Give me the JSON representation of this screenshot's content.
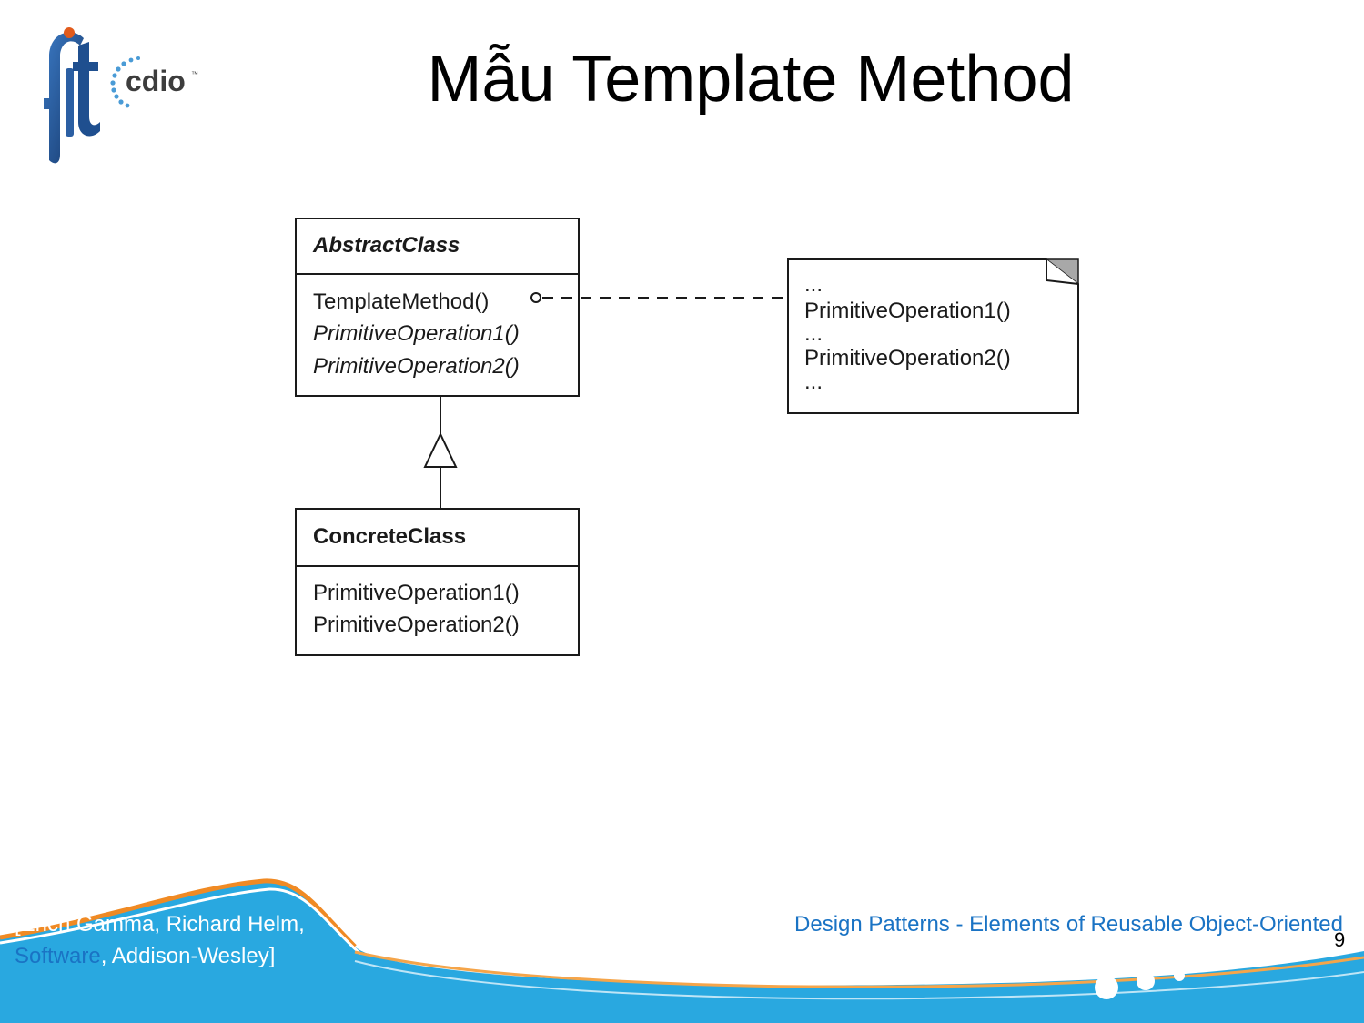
{
  "slide": {
    "title": "Mẫu Template Method",
    "page_number": "9"
  },
  "logo": {
    "mark": "fit",
    "text": "cdio",
    "tm": "™",
    "mark_color": "#1f4f8f",
    "accent_color": "#e25b1c"
  },
  "diagram": {
    "abstract_class": {
      "name": "AbstractClass",
      "operations": [
        "TemplateMethod()",
        "PrimitiveOperation1()",
        "PrimitiveOperation2()"
      ]
    },
    "concrete_class": {
      "name": "ConcreteClass",
      "operations": [
        "PrimitiveOperation1()",
        "PrimitiveOperation2()"
      ]
    },
    "note": {
      "lines": [
        "...",
        "PrimitiveOperation1()",
        "...",
        "PrimitiveOperation2()",
        "..."
      ]
    }
  },
  "footer": {
    "citation_line1": "[Erich Gamma, Richard Helm,",
    "citation_link": "Software",
    "citation_rest": ", Addison-Wesley]",
    "book_title": "Design Patterns - Elements of Reusable Object-Oriented",
    "link_color": "#1a73c4",
    "band_color": "#29a8e0"
  }
}
